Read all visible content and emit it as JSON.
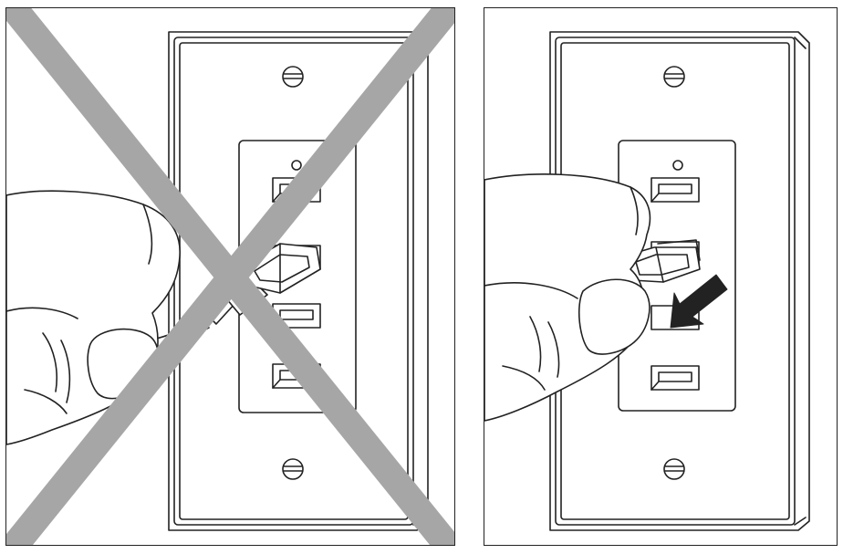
{
  "figure": {
    "panels": [
      {
        "id": "incorrect",
        "marker": "x-mark",
        "marker_color": "#a6a6a6"
      },
      {
        "id": "correct",
        "marker": "arrow",
        "marker_color": "#222222"
      }
    ],
    "line_color": "#222222",
    "fill_color": "#ffffff"
  }
}
